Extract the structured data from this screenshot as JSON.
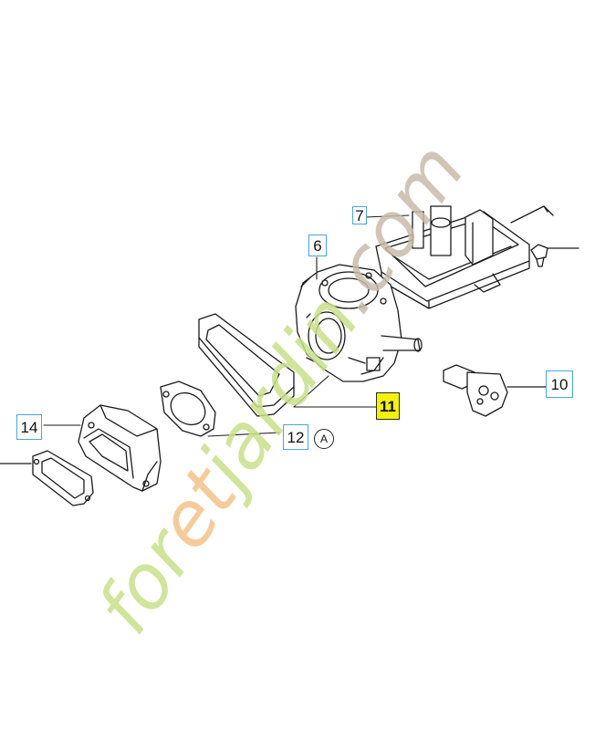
{
  "diagram": {
    "callouts": [
      {
        "id": "c7",
        "label": "7"
      },
      {
        "id": "c6",
        "label": "6"
      },
      {
        "id": "c10",
        "label": "10"
      },
      {
        "id": "c11",
        "label": "11",
        "highlight": true
      },
      {
        "id": "c12",
        "label": "12"
      },
      {
        "id": "c14",
        "label": "14"
      }
    ],
    "detail_marker": "A",
    "watermark": "foretjardin.com",
    "colors": {
      "line": "#1a1a1a",
      "callout_border": "#4aa6d6",
      "highlight": "#f4f20a",
      "watermark_green": "#c9e08a",
      "watermark_orange": "#f5c28a",
      "watermark_gray": "#c8bcaa"
    }
  }
}
